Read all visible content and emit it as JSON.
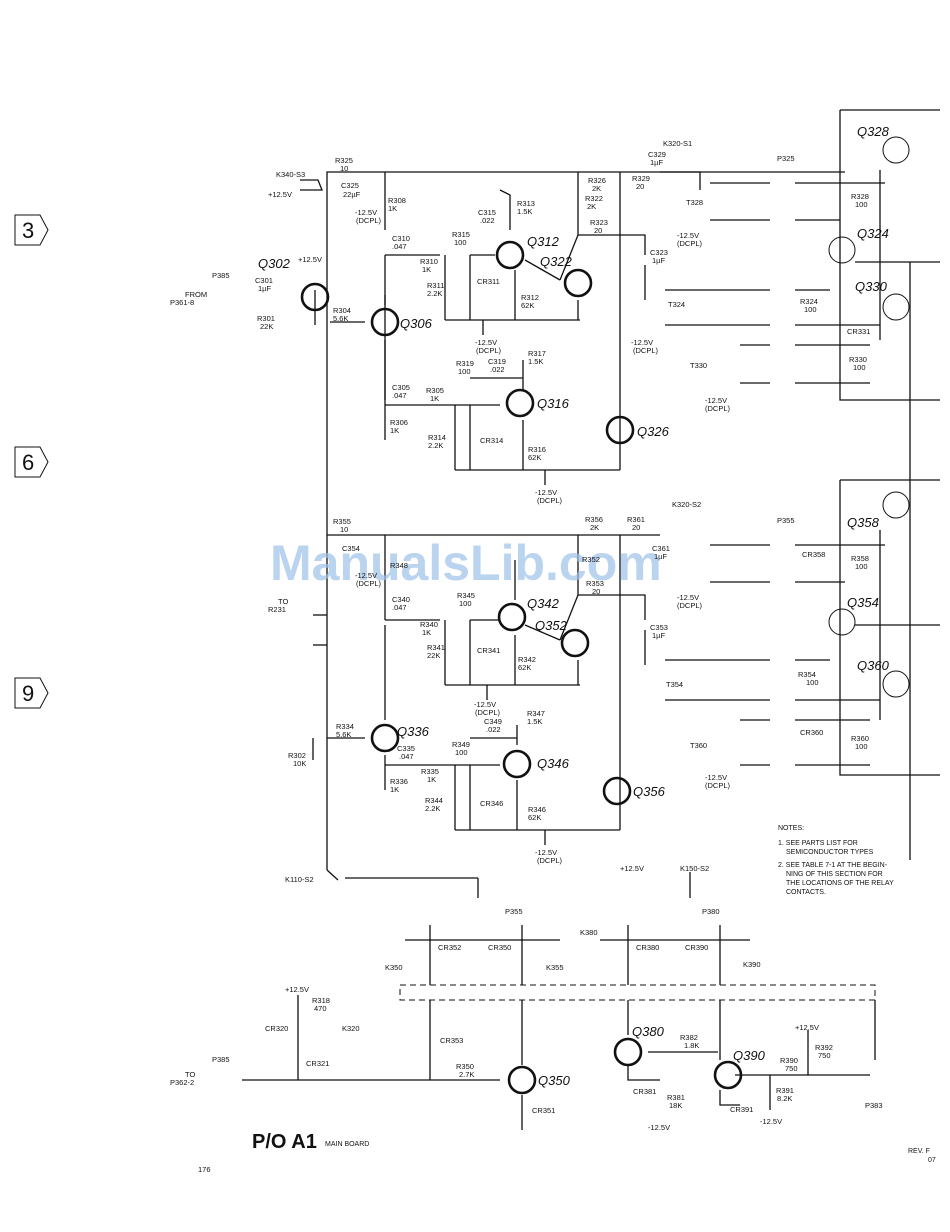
{
  "watermark": "ManualsLib.com",
  "title": "P/O A1",
  "subtitle": "MAIN BOARD",
  "page_number": "176",
  "rev": "REV. F",
  "rev_tail": "07",
  "index_tabs": [
    "3",
    "6",
    "9"
  ],
  "notes": {
    "heading": "NOTES:",
    "n1a": "1. SEE PARTS LIST FOR",
    "n1b": "SEMICONDUCTOR TYPES",
    "n2a": "2. SEE TABLE 7-1 AT THE BEGIN-",
    "n2b": "NING OF THIS SECTION FOR",
    "n2c": "THE LOCATIONS OF THE RELAY",
    "n2d": "CONTACTS."
  },
  "transistors": {
    "q302": "Q302",
    "q306": "Q306",
    "q312": "Q312",
    "q322": "Q322",
    "q316": "Q316",
    "q326": "Q326",
    "q336": "Q336",
    "q342": "Q342",
    "q352": "Q352",
    "q346": "Q346",
    "q356": "Q356",
    "q350": "Q350",
    "q380": "Q380",
    "q390": "Q390",
    "q328": "Q328",
    "q324": "Q324",
    "q330": "Q330",
    "q358": "Q358",
    "q354": "Q354",
    "q360": "Q360"
  },
  "labels": {
    "k340": "K340-S3",
    "r325": "R325",
    "r325v": "10",
    "c325": "C325",
    "c325v": "22µF",
    "p12v1": "+12.5V",
    "r308": "R308",
    "r308v": "1K",
    "m12dcpl": "-12.5V",
    "dcpl": "(DCPL)",
    "c315": "C315",
    "c315v": ".022",
    "r313": "R313",
    "r313v": "1.5K",
    "r315": "R315",
    "r315v": "100",
    "c310": "C310",
    "c310v": ".047",
    "r310": "R310",
    "r310v": "1K",
    "r311": "R311",
    "r311v": "2.2K",
    "cr311": "CR311",
    "r312": "R312",
    "r312v": "62K",
    "r326": "R326",
    "r326v": "2K",
    "r322": "R322",
    "r322v": "2K",
    "r323": "R323",
    "r323v": "20",
    "c323": "C323",
    "c323v": "1µF",
    "t324": "T324",
    "c329": "C329",
    "c329v": "1µF",
    "r329": "R329",
    "r329v": "20",
    "k320s1": "K320-S1",
    "t328": "T328",
    "t330": "T330",
    "p385": "P385",
    "from": "FROM",
    "p361": "P361-8",
    "c301": "C301",
    "c301v": "1µF",
    "r301": "R301",
    "r301v": "22K",
    "r304": "R304",
    "r304v": "5.6K",
    "p12v5": "+12.5V",
    "r317": "R317",
    "r317v": "1.5K",
    "c319": "C319",
    "c319v": ".022",
    "r319": "R319",
    "r319v": "100",
    "c305": "C305",
    "c305v": ".047",
    "r305": "R305",
    "r305v": "1K",
    "r306": "R306",
    "r306v": "1K",
    "r314": "R314",
    "r314v": "2.2K",
    "cr314": "CR314",
    "r316": "R316",
    "r316v": "62K",
    "p325": "P325",
    "r328": "R328",
    "r328v": "100",
    "r324": "R324",
    "r324v": "100",
    "cr331": "CR331",
    "r330": "R330",
    "r330v": "100",
    "r355": "R355",
    "r355v": "10",
    "c354": "C354",
    "r348": "R348",
    "r356": "R356",
    "r356v": "2K",
    "r361": "R361",
    "r361v": "20",
    "k320s2": "K320-S2",
    "c361": "C361",
    "c361v": "1µF",
    "r352": "R352",
    "r353": "R353",
    "r353v": "20",
    "c353": "C353",
    "c353v": "1µF",
    "t354": "T354",
    "to": "TO",
    "r231": "R231",
    "c340": "C340",
    "c340v": ".047",
    "r340": "R340",
    "r340v": "1K",
    "r345": "R345",
    "r345v": "100",
    "r341": "R341",
    "r341v": "22K",
    "cr341": "CR341",
    "r342": "R342",
    "r342v": "62K",
    "r347": "R347",
    "r347v": "1.5K",
    "c349": "C349",
    "c349v": ".022",
    "r349": "R349",
    "r349v": "100",
    "r334": "R334",
    "r334v": "5.6K",
    "c335": "C335",
    "c335v": ".047",
    "r335": "R335",
    "r335v": "1K",
    "r302": "R302",
    "r302v": "10K",
    "r336": "R336",
    "r336v": "1K",
    "r344": "R344",
    "r344v": "2.2K",
    "cr346": "CR346",
    "r346": "R346",
    "r346v": "62K",
    "p355": "P355",
    "cr358": "CR358",
    "r358": "R358",
    "r358v": "100",
    "r354": "R354",
    "r354v": "100",
    "cr360": "CR360",
    "r360": "R360",
    "r360v": "100",
    "t360": "T360",
    "k110": "K110-S2",
    "k150": "K150-S2",
    "cr352": "CR352",
    "cr350": "CR350",
    "k350": "K350",
    "k355": "K355",
    "k380": "K380",
    "cr380": "CR380",
    "cr390": "CR390",
    "k390": "K390",
    "p380": "P380",
    "r318": "R318",
    "r318v": "470",
    "cr320": "CR320",
    "k320": "K320",
    "cr321": "CR321",
    "cr353": "CR353",
    "r350": "R350",
    "r350v": "2.7K",
    "cr351": "CR351",
    "p362": "P362-2",
    "r382": "R382",
    "r382v": "1.8K",
    "cr381": "CR381",
    "r381": "R381",
    "r381v": "18K",
    "r390": "R390",
    "r390v": "750",
    "r392": "R392",
    "r392v": "750",
    "r391": "R391",
    "r391v": "8.2K",
    "cr391": "CR391",
    "p383": "P383",
    "p385b": "P385"
  }
}
